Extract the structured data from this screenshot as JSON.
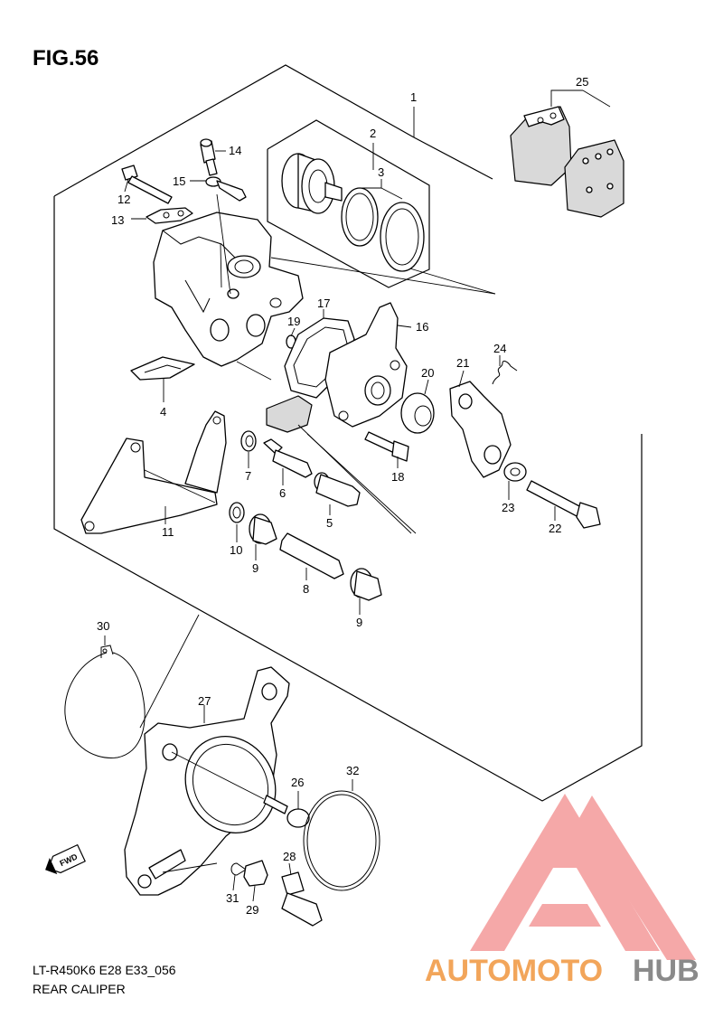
{
  "figure": {
    "title": "FIG.56",
    "model_code": "LT-R450K6 E28 E33_056",
    "caption": "REAR CALIPER"
  },
  "watermark": {
    "text_orange": "AUTOMOTO",
    "text_gray": "HUB",
    "color_orange": "#f2a55a",
    "color_gray": "#8a8a8a",
    "logo_color": "#f28c8c"
  },
  "badges": {
    "fwd": "FWD"
  },
  "callouts": [
    "1",
    "2",
    "3",
    "4",
    "5",
    "6",
    "7",
    "8",
    "9",
    "9",
    "10",
    "11",
    "12",
    "13",
    "14",
    "15",
    "16",
    "17",
    "18",
    "19",
    "20",
    "21",
    "22",
    "23",
    "24",
    "25",
    "26",
    "27",
    "28",
    "29",
    "30",
    "31",
    "32"
  ]
}
